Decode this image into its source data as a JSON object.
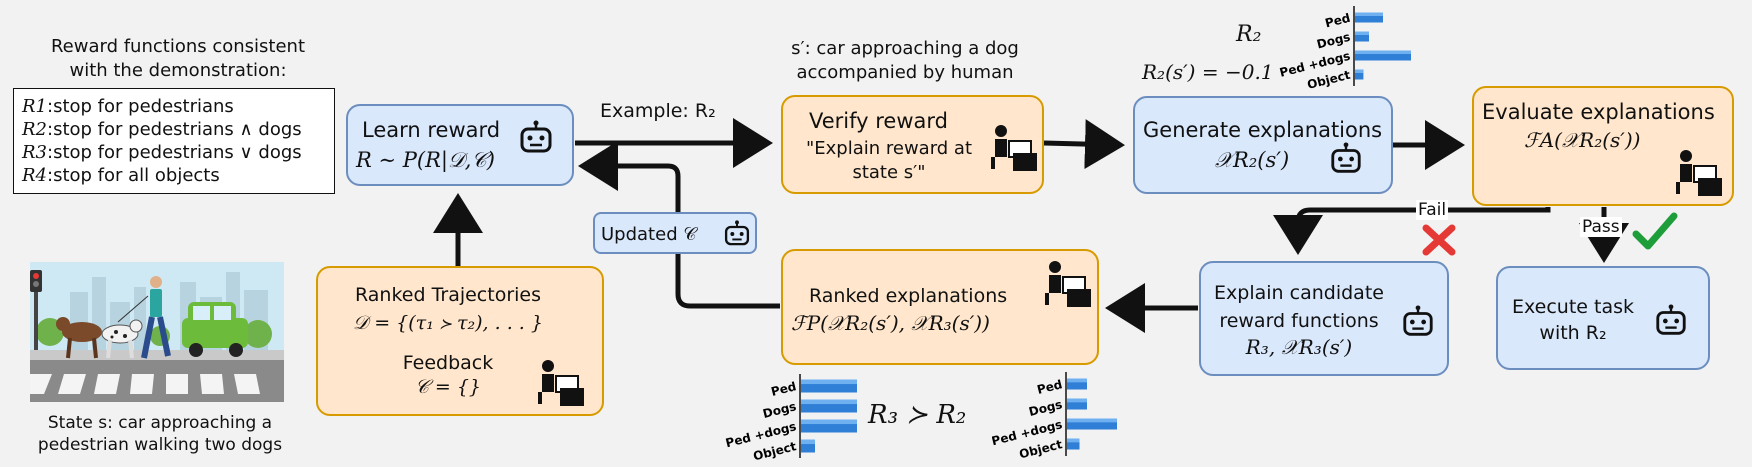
{
  "reward_functions": {
    "title_line1": "Reward functions consistent",
    "title_line2": "with the demonstration:",
    "items": [
      {
        "name": "R1",
        "desc": ":stop for pedestrians"
      },
      {
        "name": "R2",
        "desc": ":stop for pedestrians ∧ dogs"
      },
      {
        "name": "R3",
        "desc": ":stop for pedestrians ∨ dogs"
      },
      {
        "name": "R4",
        "desc": ":stop for all objects"
      }
    ]
  },
  "state_caption": {
    "line1": "State s: car approaching a",
    "line2": "pedestrian walking two dogs"
  },
  "learn_reward": {
    "title": "Learn reward",
    "formula": "R ∼ P(R|𝒟,𝒞)"
  },
  "ranked_trajectories": {
    "title": "Ranked Trajectories",
    "formula": "𝒟 = {(τ₁ ≻ τ₂), . . . }",
    "feedback_title": "Feedback",
    "feedback_formula": "𝒞 = {}"
  },
  "example_label": "Example: R₂",
  "updated_c": "Updated 𝒞",
  "s_prime_caption": {
    "line1": "s′: car approaching a dog",
    "line2": "accompanied by human"
  },
  "verify_reward": {
    "title": "Verify reward",
    "quote_line1": "\"Explain reward at",
    "quote_line2": "state s′\""
  },
  "r2_value": {
    "label": "R₂",
    "formula": "R₂(s′) = −0.1"
  },
  "generate_explanations": {
    "title": "Generate explanations",
    "formula": "𝒳R₂(s′)"
  },
  "evaluate_explanations": {
    "title": "Evaluate explanations",
    "formula": "ℱA(𝒳R₂(s′))"
  },
  "fail_label": "Fail",
  "pass_label": "Pass",
  "explain_candidates": {
    "line1": "Explain candidate",
    "line2": "reward functions",
    "formula": "R₃, 𝒳R₃(s′)"
  },
  "execute_task": {
    "line1": "Execute task",
    "line2": "with R₂"
  },
  "ranked_explanations": {
    "title": "Ranked explanations",
    "formula": "ℱP(𝒳R₂(s′), 𝒳R₃(s′))"
  },
  "preference": "R₃ ≻ R₂",
  "colors": {
    "blue_fill": "#dae8fc",
    "blue_border": "#6c8ebf",
    "orange_fill": "#ffe6cc",
    "orange_border": "#d79b00",
    "fail_red": "#e53935",
    "pass_green": "#1e9e3a",
    "bar_blue": "#2f7fd6"
  },
  "chart_data": [
    {
      "type": "bar",
      "orientation": "horizontal",
      "categories": [
        "Ped",
        "Dogs",
        "Ped +dogs",
        "Object"
      ],
      "values": [
        2,
        1,
        4,
        0.6
      ],
      "title": "R₂"
    },
    {
      "type": "bar",
      "orientation": "horizontal",
      "categories": [
        "Ped",
        "Dogs",
        "Ped +dogs",
        "Object"
      ],
      "values": [
        4,
        4,
        4,
        1
      ]
    },
    {
      "type": "bar",
      "orientation": "horizontal",
      "categories": [
        "Ped",
        "Dogs",
        "Ped +dogs",
        "Object"
      ],
      "values": [
        1.6,
        1.6,
        4,
        1
      ]
    }
  ]
}
